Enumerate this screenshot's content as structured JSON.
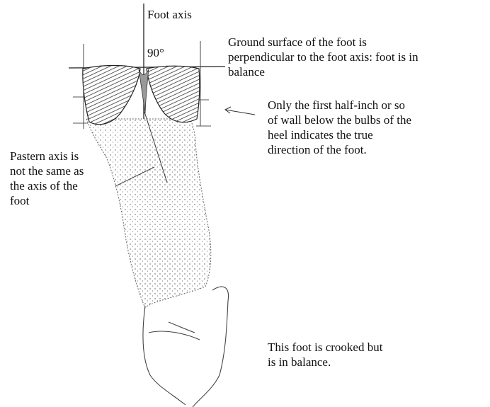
{
  "labels": {
    "foot_axis": "Foot axis",
    "angle": "90°",
    "ground_surface": [
      "Ground surface of the foot is",
      "perpendicular to the foot axis: foot is in",
      "balance"
    ],
    "wall_note": [
      "Only the first half-inch or so",
      "of wall below the bulbs of the",
      "heel indicates the true",
      "direction of the foot."
    ],
    "pastern_axis": [
      "Pastern axis is",
      "not the same as",
      "the axis of the",
      "foot"
    ],
    "crooked_note": [
      "This foot is crooked but",
      "is in balance."
    ]
  }
}
